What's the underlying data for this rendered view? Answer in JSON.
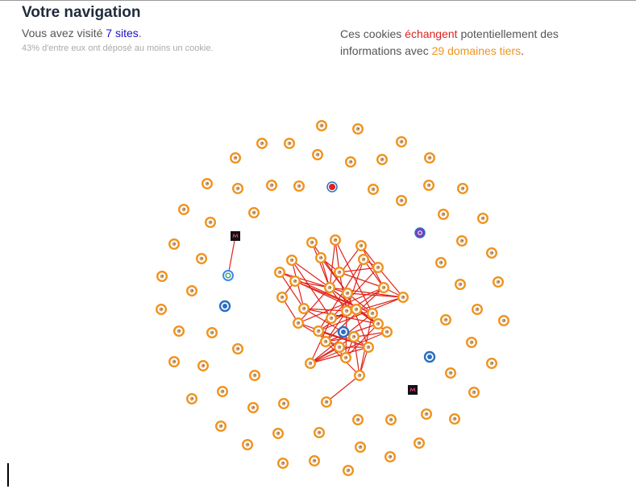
{
  "header": {
    "title": "Votre navigation",
    "visited_prefix": "Vous avez visité ",
    "visited_count": "7 sites",
    "visited_suffix": ".",
    "cookie_note": "43% d'entre eux ont déposé au moins un cookie.",
    "exchange_prefix": "Ces cookies ",
    "exchange_verb": "échangent",
    "exchange_middle": " potentiellement des informations avec ",
    "third_party_count": "29 domaines tiers",
    "exchange_suffix": "."
  },
  "colors": {
    "link_blue": "#1a0dcc",
    "exchange_red": "#e0231b",
    "third_party_orange": "#f0931e",
    "node_ring": "#f0931e",
    "site_node": "#2a6fc2",
    "edge": "#e0231b"
  },
  "graph": {
    "node_types": {
      "third_party": "cookie-icon",
      "visited_site": "globe-icon",
      "brand_dark": "dark-square-icon",
      "google": "google-icon",
      "instagram": "instagram-icon",
      "red_circle": "red-circle-icon"
    }
  }
}
